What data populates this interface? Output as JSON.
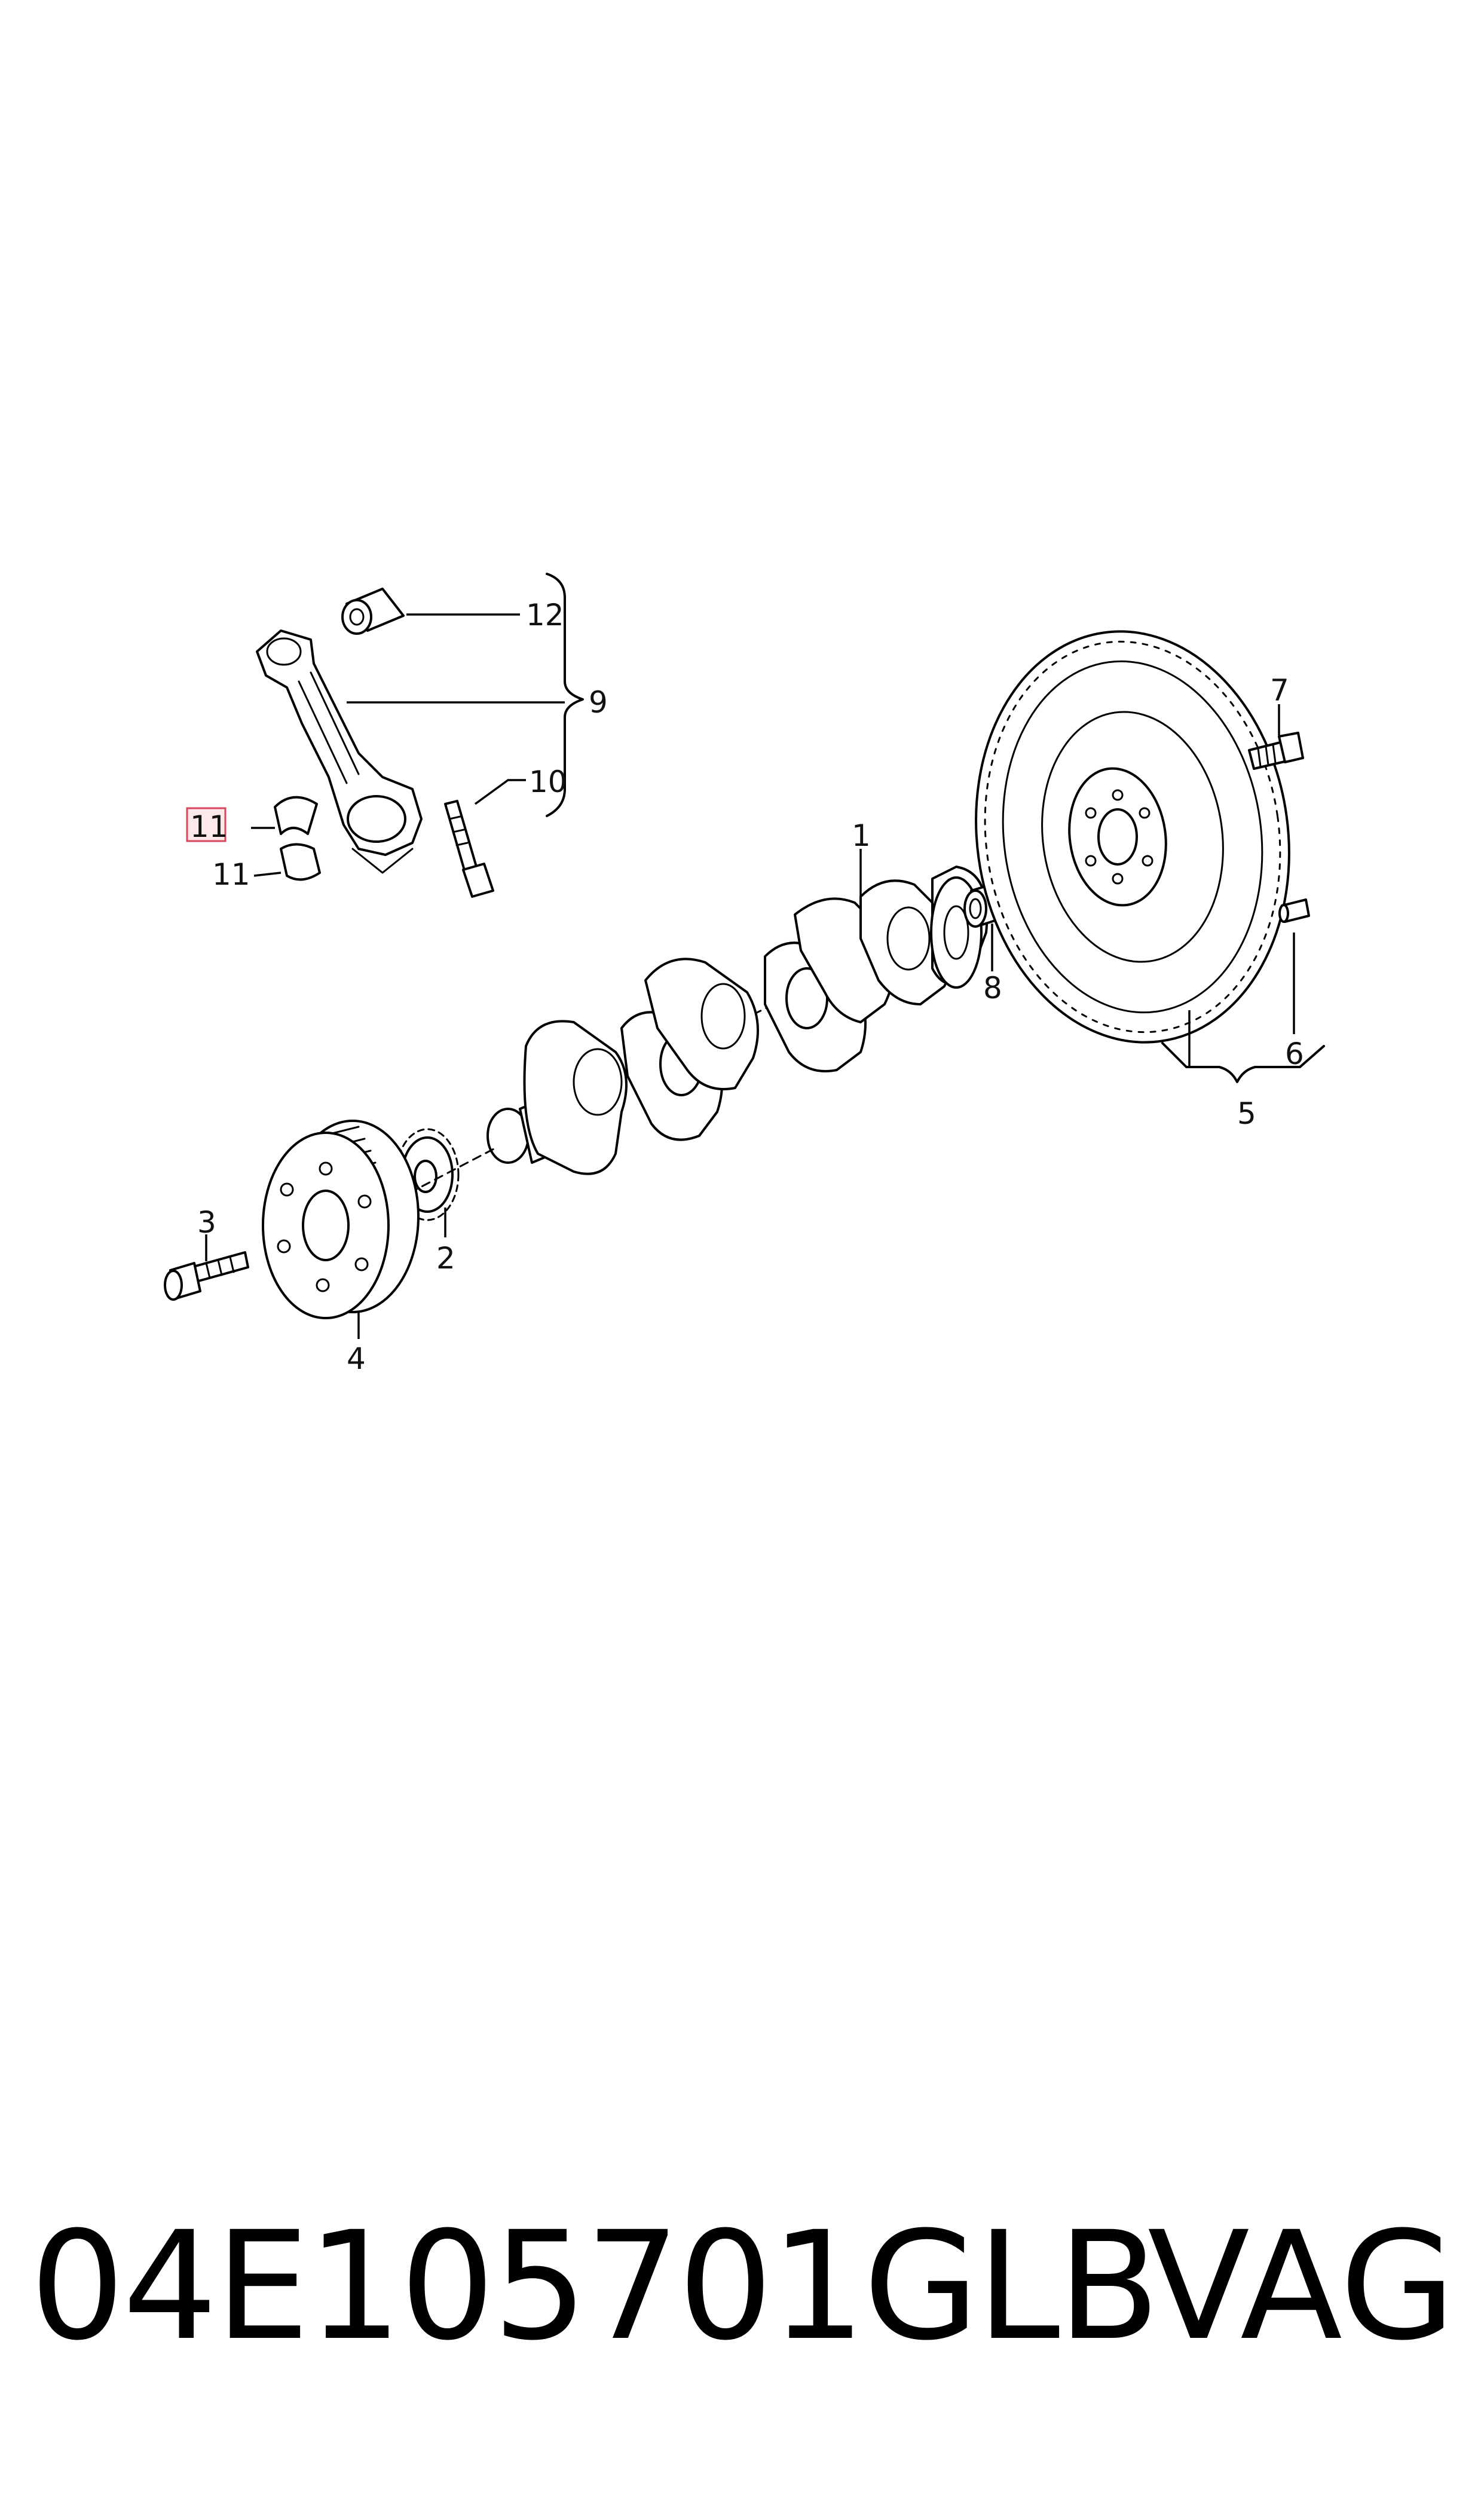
{
  "callouts": {
    "c1": "1",
    "c2": "2",
    "c3": "3",
    "c4": "4",
    "c5": "5",
    "c6": "6",
    "c7": "7",
    "c8": "8",
    "c9": "9",
    "c10": "10",
    "c11_highlight": "11",
    "c11": "11",
    "c12": "12"
  },
  "footer": {
    "part_number": "04E105701GLB",
    "brand": "VAG"
  },
  "colors": {
    "line": "#000000",
    "highlight_fill": "#fde8ea",
    "highlight_border": "#d9465c"
  }
}
